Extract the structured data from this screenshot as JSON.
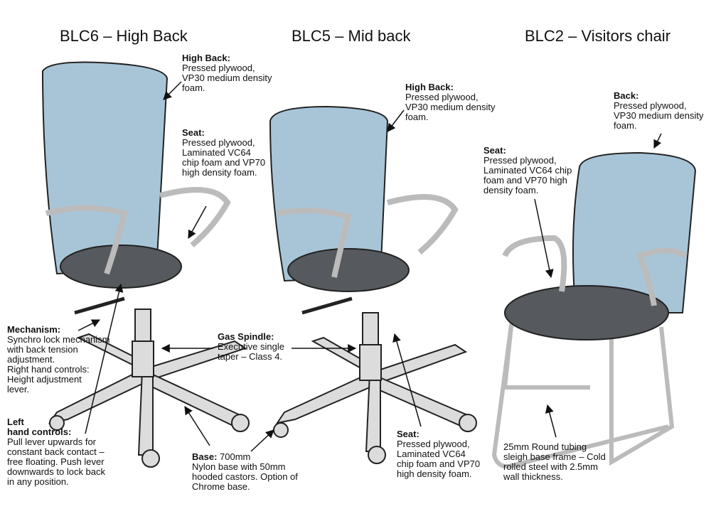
{
  "titles": {
    "blc6": "BLC6 – High Back",
    "blc5": "BLC5 – Mid back",
    "blc2": "BLC2 – Visitors chair"
  },
  "notes": {
    "blc6_back": {
      "heading": "High Back:",
      "lines": [
        "Pressed plywood,",
        "VP30 medium density",
        "foam."
      ]
    },
    "blc6_seat": {
      "heading": "Seat:",
      "lines": [
        "Pressed plywood,",
        "Laminated VC64",
        "chip foam and VP70",
        "high density foam."
      ]
    },
    "mechanism": {
      "heading": "Mechanism:",
      "lines": [
        "Synchro lock mechanism",
        "with back tension",
        "adjustment.",
        "Right hand controls:",
        "Height adjustment",
        "lever."
      ]
    },
    "left_controls": {
      "heading": "Left",
      "heading2": "hand controls:",
      "lines": [
        "Pull lever upwards for",
        "constant back contact –",
        "free floating. Push lever",
        "downwards to lock back",
        "in any position."
      ]
    },
    "gas_spindle": {
      "heading": "Gas Spindle:",
      "lines": [
        "Executive single",
        "taper – Class 4."
      ]
    },
    "base": {
      "heading": "Base:",
      "heading_rest": " 700mm",
      "lines": [
        "Nylon base with 50mm",
        "hooded castors. Option of",
        "Chrome base."
      ]
    },
    "blc5_back": {
      "heading": "High Back:",
      "lines": [
        "Pressed plywood,",
        "VP30 medium density",
        "foam."
      ]
    },
    "blc5_seat": {
      "heading": "Seat:",
      "lines": [
        "Pressed plywood,",
        "Laminated VC64",
        "chip foam and VP70",
        "high density foam."
      ]
    },
    "blc2_back": {
      "heading": "Back:",
      "lines": [
        "Pressed plywood,",
        "VP30 medium density",
        "foam."
      ]
    },
    "blc2_seat": {
      "heading": "Seat:",
      "lines": [
        "Pressed plywood,",
        "Laminated VC64 chip",
        "foam and VP70 high",
        "density foam."
      ]
    },
    "blc2_frame": {
      "lines": [
        "25mm Round tubing",
        "sleigh base frame – Cold",
        "rolled steel with 2.5mm",
        "wall thickness."
      ]
    }
  },
  "colors": {
    "back": "#a8c5d8",
    "seat": "#56595d",
    "metal": "#dcdcdc",
    "ink": "#111111"
  }
}
